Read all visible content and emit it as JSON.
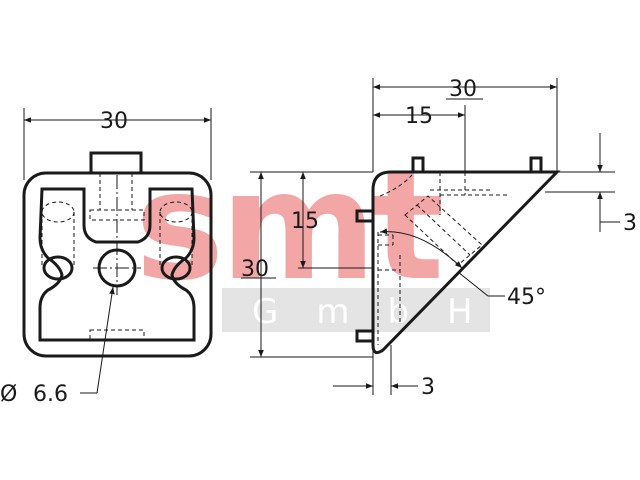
{
  "watermark": {
    "brand": "smt",
    "subtitle": "GmbH",
    "brand_color": "#f2a6a6",
    "band_color": "#e4e4e4",
    "subtitle_color": "#ffffff"
  },
  "dimensions": {
    "front_width": "30",
    "side_width": "30",
    "side_half_width": "15",
    "side_height": "30",
    "inner_height": "15",
    "thickness_top": "3",
    "thickness_bottom": "3",
    "angle": "45°",
    "hole_diameter_symbol": "Ø",
    "hole_diameter": "6.6"
  },
  "colors": {
    "line": "#1a1a1a",
    "background": "#ffffff"
  }
}
